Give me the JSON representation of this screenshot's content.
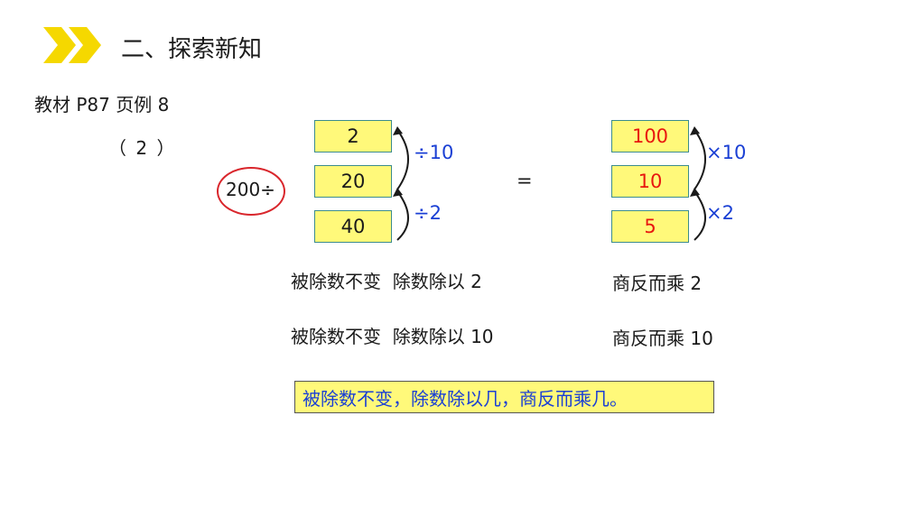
{
  "header": {
    "title": "二、探索新知",
    "icon": "double-chevron-icon",
    "accent_color": "#f5d800"
  },
  "reference": "教材 P87 页例 8",
  "part_label": "（ 2 ）",
  "dividend": "200÷",
  "left_column": {
    "values": [
      "2",
      "20",
      "40"
    ],
    "ops": [
      "÷10",
      "÷2"
    ]
  },
  "equals": "=",
  "right_column": {
    "values": [
      "100",
      "10",
      "5"
    ],
    "ops": [
      "×10",
      "×2"
    ]
  },
  "rules": [
    {
      "left": "被除数不变  除数除以 2",
      "right": "商反而乘 2"
    },
    {
      "left": "被除数不变  除数除以 10",
      "right": "商反而乘 10"
    }
  ],
  "conclusion": "被除数不变，除数除以几，商反而乘几。",
  "colors": {
    "box_fill": "#fff97a",
    "result_red": "#e8160f",
    "op_blue": "#1a3fd4",
    "circle_red": "#d9262c"
  }
}
